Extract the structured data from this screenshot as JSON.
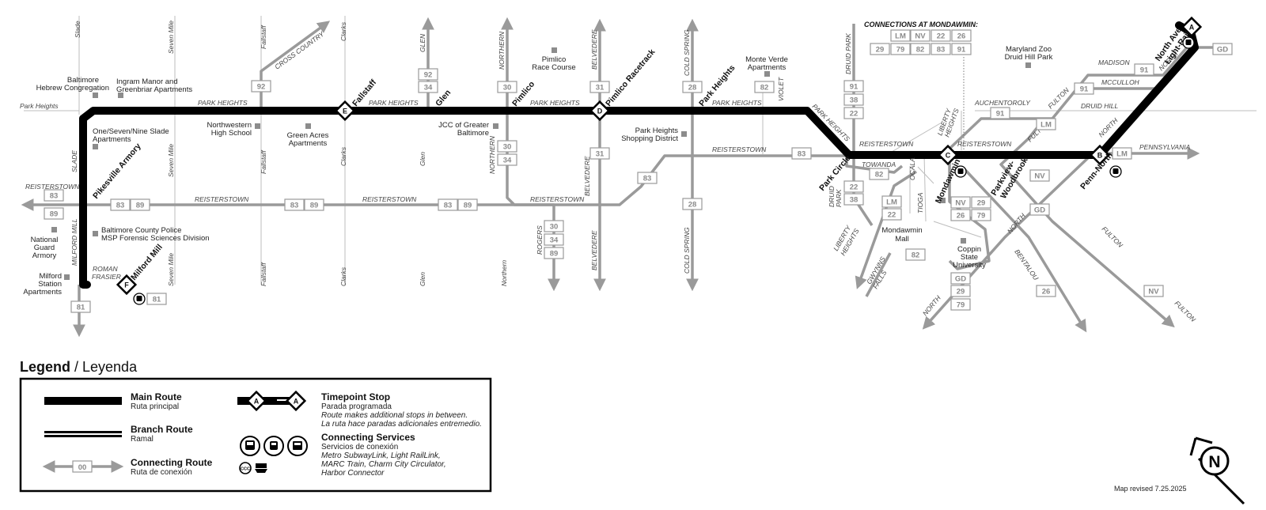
{
  "streets": {
    "slade": "Slade",
    "seven_mile": "Seven Mile",
    "fallstaff": "Fallstaff",
    "clarks": "Clarks",
    "glen": "GLEN",
    "northern": "NORTHERN",
    "belvedere": "BELVEDERE",
    "cold_spring": "COLD SPRING",
    "druid_park": "DRUID PARK",
    "cross_country": "CROSS COUNTRY",
    "park_heights_left": "Park Heights",
    "park_heights_1": "PARK HEIGHTS",
    "park_heights_2": "PARK HEIGHTS",
    "park_heights_3": "PARK HEIGHTS",
    "park_heights_4": "PARK HEIGHTS",
    "park_heights_diag": "PARK HEIGHTS",
    "reisterstown_left": "REISTERSTOWN",
    "reisterstown_1": "REISTERSTOWN",
    "reisterstown_2": "REISTERSTOWN",
    "reisterstown_3": "REISTERSTOWN",
    "reisterstown_4": "REISTERSTOWN",
    "reisterstown_5": "REISTERSTOWN",
    "reisterstown_6": "REISTERSTOWN",
    "slade_v": "SLADE",
    "seven_mile_mid": "Seven Mile",
    "fallstaff_mid": "Fallstaff",
    "clarks_mid": "Clarks",
    "glen_mid": "Glen",
    "northern_mid": "NORTHERN",
    "belvedere_mid": "BELVEDERE",
    "milford_mill": "MILFORD MILL",
    "seven_mile_bot": "Seven Mile",
    "fallstaff_bot": "Fallstaff",
    "clarks_bot": "Clarks",
    "glen_bot": "Glen",
    "northern_bot": "Northern",
    "rogers": "ROGERS",
    "belvedere_bot": "BELVEDERE",
    "cold_spring_bot": "COLD SPRING",
    "roman": "ROMAN",
    "frasier": "FRASIER",
    "violet": "VIOLET",
    "towanda": "TOWANDA",
    "ocala": "OCALA",
    "liberty_heights_top": "LIBERTY",
    "liberty_heights_top2": "HEIGHTS",
    "druid_park_lower": "DRUID",
    "druid_park_lower2": "PARK",
    "tioga": "TIOGA",
    "liberty_heights_bot": "LIBERTY",
    "liberty_heights_bot2": "HEIGHTS",
    "gwynns_falls": "GWYNNS",
    "gwynns_falls2": "FALLS",
    "auchentoroly": "AUCHENTOROLY",
    "fulton_1": "FULTON",
    "fulton_2": "FULTON",
    "fulton_3": "FULTON",
    "fulton_4": "FULTON",
    "druid_hill": "DRUID HILL",
    "madison": "MADISON",
    "mcculloh": "MCCULLOH",
    "north_1": "NORTH",
    "north_2": "NORTH",
    "north_3": "NORTH",
    "north_4": "NORTH",
    "pennsylvania": "PENNSYLVANIA",
    "bentalou": "BENTALOU"
  },
  "places": {
    "baltimore_hebrew_1": "Baltimore",
    "baltimore_hebrew_2": "Hebrew Congregation",
    "ingram_1": "Ingram Manor and",
    "ingram_2": "Greenbriar Apartments",
    "one_seven_1": "One/Seven/Nine Slade",
    "one_seven_2": "Apartments",
    "northwestern_1": "Northwestern",
    "northwestern_2": "High School",
    "green_acres_1": "Green Acres",
    "green_acres_2": "Apartments",
    "pimlico_rc_1": "Pimlico",
    "pimlico_rc_2": "Race Course",
    "jcc_1": "JCC of Greater",
    "jcc_2": "Baltimore",
    "monte_verde_1": "Monte Verde",
    "monte_verde_2": "Apartments",
    "ph_shopping_1": "Park Heights",
    "ph_shopping_2": "Shopping District",
    "bcp_1": "Baltimore County Police",
    "bcp_2": "MSP Forensic Sciences Division",
    "national_guard_1": "National",
    "national_guard_2": "Guard",
    "national_guard_3": "Armory",
    "milford_station_1": "Milford",
    "milford_station_2": "Station",
    "milford_station_3": "Apartments",
    "maryland_zoo_1": "Maryland Zoo",
    "maryland_zoo_2": "Druid Hill Park",
    "mondawmin_mall_1": "Mondawmin",
    "mondawmin_mall_2": "Mall",
    "coppin_1": "Coppin",
    "coppin_2": "State",
    "coppin_3": "University"
  },
  "stops": {
    "pikesville_armory": "Pikesville Armory",
    "milford_mill": "Milford Mill",
    "fallstaff": "Fallstaff",
    "glen": "Glen",
    "pimlico": "Pimlico",
    "pimlico_racetrack": "Pimlico Racetrack",
    "park_heights": "Park Heights",
    "park_circle": "Park Circle",
    "mondawmin": "Mondawmin",
    "parkview_1": "Parkview-",
    "parkview_2": "Woodbrook",
    "penn_north": "Penn-North",
    "north_ave_1": "North Ave",
    "north_ave_2": "Light-Rail"
  },
  "timepoints": {
    "a": "A",
    "b": "B",
    "c": "C",
    "d": "D",
    "e": "E",
    "f": "F"
  },
  "routes": {
    "r92_fallstaff": "92",
    "r92_glen": "92",
    "r34_glen": "34",
    "r30_northern": "30",
    "r31_belvedere": "31",
    "r28_cold_spring": "28",
    "r82_violet": "82",
    "r91_druid": "91",
    "r38_druid": "38",
    "r22_druid": "22",
    "r30_mid": "30",
    "r34_mid": "34",
    "r31_mid": "31",
    "r83_reist": "83",
    "r83_diag": "83",
    "r83_left": "83",
    "r89_left": "89",
    "r83_a": "83",
    "r89_a": "89",
    "r83_b": "83",
    "r89_b": "89",
    "r83_c": "83",
    "r89_c": "89",
    "r30_rogers": "30",
    "r34_rogers": "34",
    "r89_rogers": "89",
    "r28_bot": "28",
    "r81_left": "81",
    "r81_right": "81",
    "r82_towanda": "82",
    "r22_pc": "22",
    "r38_pc": "38",
    "r22_lm": "22",
    "r82_gwynns": "82",
    "r91_auch": "91",
    "r91_madison": "91",
    "r91_mcculloh": "91",
    "r29_m": "29",
    "r26_m": "26",
    "r79_m": "79",
    "r26_bent": "26",
    "r29_gd": "29",
    "r79_gd": "79",
    "c_lm": "LM",
    "c_nv": "NV",
    "c_22": "22",
    "c_26": "26",
    "c_29": "29",
    "c_79": "79",
    "c_82": "82",
    "c_83": "83",
    "c_91": "91",
    "lm_fulton": "LM",
    "lm_penn": "LM",
    "lm_tioga": "LM",
    "nv_m": "NV",
    "nv_fulton": "NV",
    "nv_east": "NV",
    "gd_fulton": "GD",
    "gd_bot": "GD",
    "gd_top": "GD"
  },
  "connections_title": "CONNECTIONS AT MONDAWMIN:",
  "legend": {
    "title": "Legend",
    "title_es": " / Leyenda",
    "main_route": "Main Route",
    "main_route_es": "Ruta principal",
    "branch_route": "Branch Route",
    "branch_route_es": "Ramal",
    "connecting_route": "Connecting Route",
    "connecting_route_es": "Ruta de conexión",
    "connecting_route_box": "00",
    "timepoint_stop": "Timepoint Stop",
    "timepoint_stop_es": "Parada programada",
    "timepoint_note_1": "Route makes additional stops in between.",
    "timepoint_note_2": "La ruta hace paradas adicionales entremedio.",
    "timepoint_symbol": "A",
    "connecting_services": "Connecting Services",
    "connecting_services_es": "Servicios de conexión",
    "cs_line_1": "Metro SubwayLink, Light RailLink,",
    "cs_line_2": "MARC Train, Charm City Circulator,",
    "cs_line_3": "Harbor Connector",
    "ccc": "CCC"
  },
  "north_letter": "N",
  "map_revised": "Map revised 7.25.2025",
  "colors": {
    "main": "#000000",
    "connecting": "#9a9a9a",
    "stop_square": "#8c8c8c"
  }
}
